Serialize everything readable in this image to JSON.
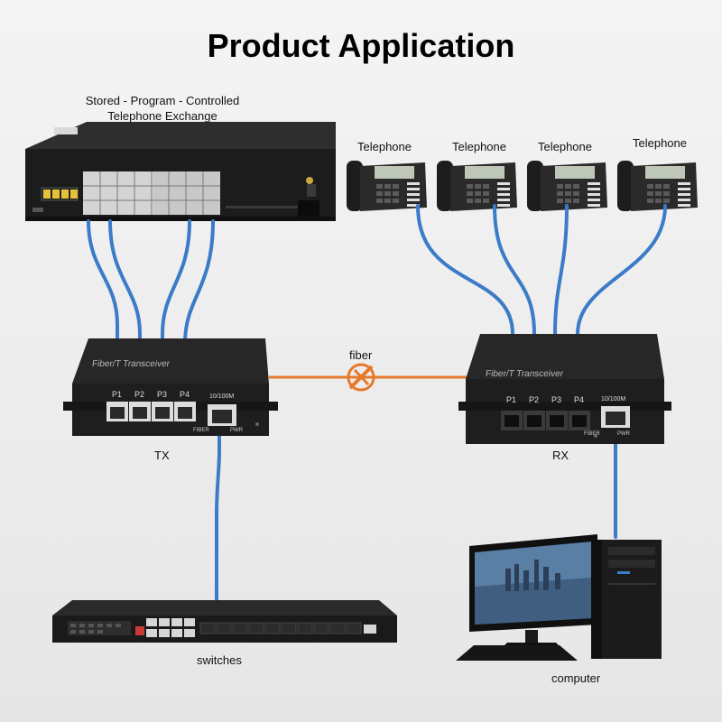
{
  "title": "Product Application",
  "exchange": {
    "line1": "Stored - Program - Controlled",
    "line2": "Telephone Exchange"
  },
  "telephones": [
    "Telephone",
    "Telephone",
    "Telephone",
    "Telephone"
  ],
  "tx": {
    "label": "TX",
    "brand": "Fiber/T Transceiver",
    "ports": [
      "P1",
      "P2",
      "P3",
      "P4"
    ],
    "eth": "10/100M",
    "fiber": "FIBER",
    "pwr": "PWR"
  },
  "rx": {
    "label": "RX",
    "brand": "Fiber/T Transceiver",
    "ports": [
      "P1",
      "P2",
      "P3",
      "P4"
    ],
    "eth": "10/100M",
    "fiber": "FIBER",
    "pwr": "PWR"
  },
  "fiber_label": "fiber",
  "switches_label": "switches",
  "computer_label": "computer",
  "colors": {
    "cable": "#3b7bc8",
    "fiber": "#e8782a",
    "device": "#1b1b1b"
  },
  "icons": [
    "telephone-icon",
    "exchange-icon",
    "transceiver-icon",
    "switch-icon",
    "computer-icon",
    "fiber-connector-icon"
  ]
}
